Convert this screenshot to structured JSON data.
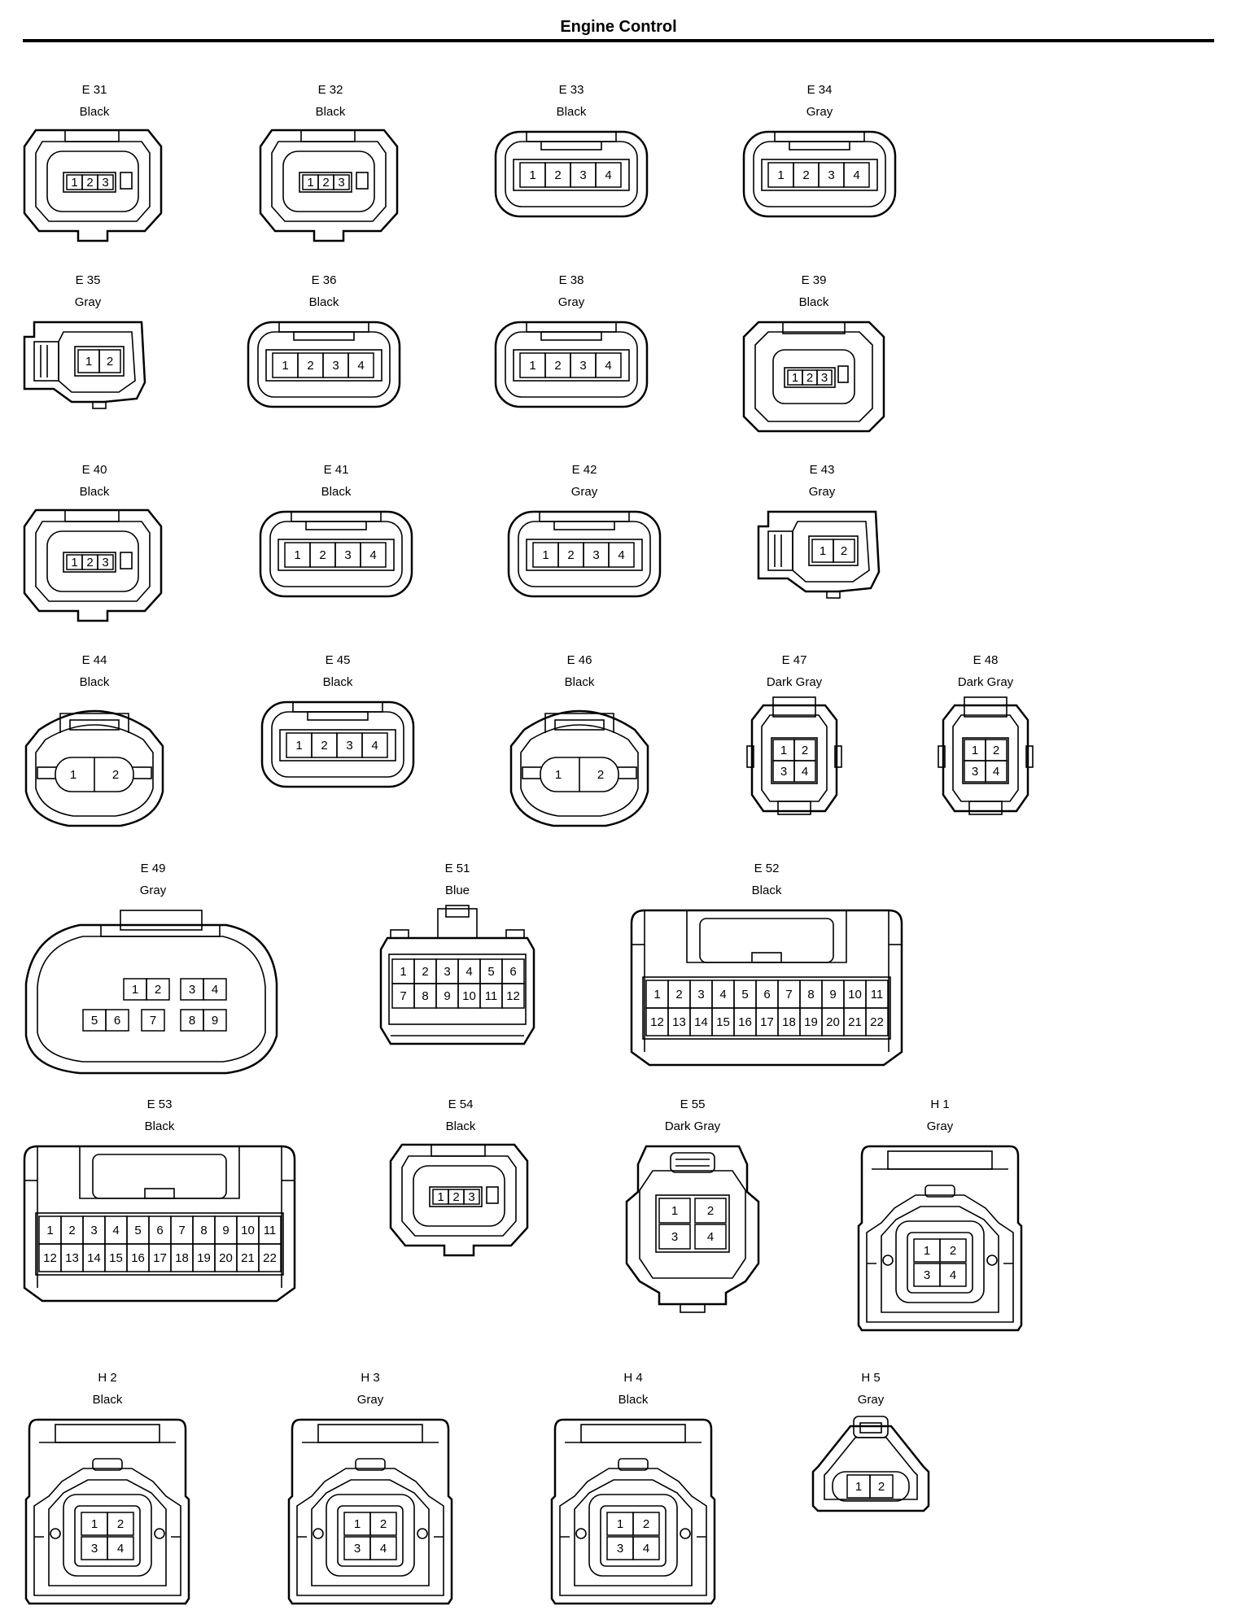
{
  "page_title": "Engine Control",
  "connectors": [
    {
      "id": "E 31",
      "color": "Black",
      "type": "oval3",
      "pins": [
        "1",
        "2",
        "3"
      ]
    },
    {
      "id": "E 32",
      "color": "Black",
      "type": "oval3",
      "pins": [
        "1",
        "2",
        "3"
      ]
    },
    {
      "id": "E 33",
      "color": "Black",
      "type": "rect4",
      "pins": [
        "1",
        "2",
        "3",
        "4"
      ]
    },
    {
      "id": "E 34",
      "color": "Gray",
      "type": "rect4",
      "pins": [
        "1",
        "2",
        "3",
        "4"
      ]
    },
    {
      "id": "E 35",
      "color": "Gray",
      "type": "side2",
      "pins": [
        "1",
        "2"
      ]
    },
    {
      "id": "E 36",
      "color": "Black",
      "type": "rect4",
      "pins": [
        "1",
        "2",
        "3",
        "4"
      ]
    },
    {
      "id": "E 38",
      "color": "Gray",
      "type": "rect4",
      "pins": [
        "1",
        "2",
        "3",
        "4"
      ]
    },
    {
      "id": "E 39",
      "color": "Black",
      "type": "oct3",
      "pins": [
        "1",
        "2",
        "3"
      ]
    },
    {
      "id": "E 40",
      "color": "Black",
      "type": "oval3",
      "pins": [
        "1",
        "2",
        "3"
      ]
    },
    {
      "id": "E 41",
      "color": "Black",
      "type": "rect4",
      "pins": [
        "1",
        "2",
        "3",
        "4"
      ]
    },
    {
      "id": "E 42",
      "color": "Gray",
      "type": "rect4",
      "pins": [
        "1",
        "2",
        "3",
        "4"
      ]
    },
    {
      "id": "E 43",
      "color": "Gray",
      "type": "side2",
      "pins": [
        "1",
        "2"
      ]
    },
    {
      "id": "E 44",
      "color": "Black",
      "type": "round2",
      "pins": [
        "1",
        "2"
      ]
    },
    {
      "id": "E 45",
      "color": "Black",
      "type": "rect4",
      "pins": [
        "1",
        "2",
        "3",
        "4"
      ]
    },
    {
      "id": "E 46",
      "color": "Black",
      "type": "round2",
      "pins": [
        "1",
        "2"
      ]
    },
    {
      "id": "E 47",
      "color": "Dark Gray",
      "type": "sq4",
      "pins": [
        "1",
        "2",
        "3",
        "4"
      ]
    },
    {
      "id": "E 48",
      "color": "Dark Gray",
      "type": "sq4",
      "pins": [
        "1",
        "2",
        "3",
        "4"
      ]
    },
    {
      "id": "E 49",
      "color": "Gray",
      "type": "big9",
      "pins": [
        "1",
        "2",
        "3",
        "4",
        "5",
        "6",
        "7",
        "8",
        "9"
      ]
    },
    {
      "id": "E 51",
      "color": "Blue",
      "type": "grid12",
      "pins": [
        "1",
        "2",
        "3",
        "4",
        "5",
        "6",
        "7",
        "8",
        "9",
        "10",
        "11",
        "12"
      ]
    },
    {
      "id": "E 52",
      "color": "Black",
      "type": "grid22",
      "pins": [
        "1",
        "2",
        "3",
        "4",
        "5",
        "6",
        "7",
        "8",
        "9",
        "10",
        "11",
        "12",
        "13",
        "14",
        "15",
        "16",
        "17",
        "18",
        "19",
        "20",
        "21",
        "22"
      ]
    },
    {
      "id": "E 53",
      "color": "Black",
      "type": "grid22",
      "pins": [
        "1",
        "2",
        "3",
        "4",
        "5",
        "6",
        "7",
        "8",
        "9",
        "10",
        "11",
        "12",
        "13",
        "14",
        "15",
        "16",
        "17",
        "18",
        "19",
        "20",
        "21",
        "22"
      ]
    },
    {
      "id": "E 54",
      "color": "Black",
      "type": "oval3",
      "pins": [
        "1",
        "2",
        "3"
      ]
    },
    {
      "id": "E 55",
      "color": "Dark Gray",
      "type": "tall4",
      "pins": [
        "1",
        "2",
        "3",
        "4"
      ]
    },
    {
      "id": "H 1",
      "color": "Gray",
      "type": "h4",
      "pins": [
        "1",
        "2",
        "3",
        "4"
      ]
    },
    {
      "id": "H 2",
      "color": "Black",
      "type": "h4",
      "pins": [
        "1",
        "2",
        "3",
        "4"
      ]
    },
    {
      "id": "H 3",
      "color": "Gray",
      "type": "h4",
      "pins": [
        "1",
        "2",
        "3",
        "4"
      ]
    },
    {
      "id": "H 4",
      "color": "Black",
      "type": "h4",
      "pins": [
        "1",
        "2",
        "3",
        "4"
      ]
    },
    {
      "id": "H 5",
      "color": "Gray",
      "type": "small2",
      "pins": [
        "1",
        "2"
      ]
    }
  ]
}
